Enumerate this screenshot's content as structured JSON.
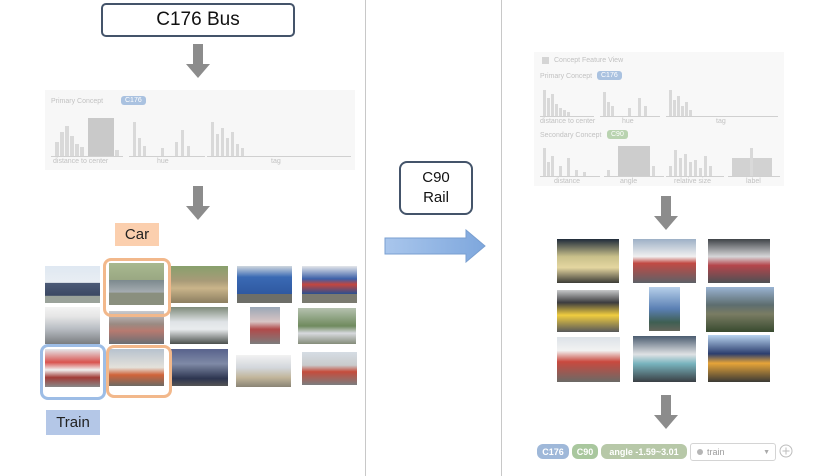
{
  "header": {
    "title": "C176  Bus",
    "left_panel_primary_label": "Primary Concept",
    "left_panel_badge": "C176",
    "left_axes": [
      "distance to center",
      "hue",
      "tag"
    ]
  },
  "labels": {
    "car": "Car",
    "train": "Train"
  },
  "transition": {
    "line1": "C90",
    "line2": "Rail"
  },
  "right_panel": {
    "title": "Concept Feature View",
    "primary_label": "Primary Concept",
    "primary_badge": "C176",
    "primary_axes": [
      "distance to center",
      "hue",
      "tag"
    ],
    "secondary_label": "Secondary Concept",
    "secondary_badge": "C90",
    "secondary_axes": [
      "distance",
      "angle",
      "relative size",
      "label"
    ]
  },
  "footer": {
    "chip1": "C176",
    "chip2": "C90",
    "chip3": "angle -1.59~3.01",
    "select_value": "train",
    "add_icon": "plus-circle-icon"
  },
  "colors": {
    "car_highlight": "#f2b88b",
    "train_highlight": "#9dbde6",
    "arrow_gray": "#8c8c8c",
    "right_arrow": "#8fb4e3",
    "box_border": "#44546a"
  }
}
